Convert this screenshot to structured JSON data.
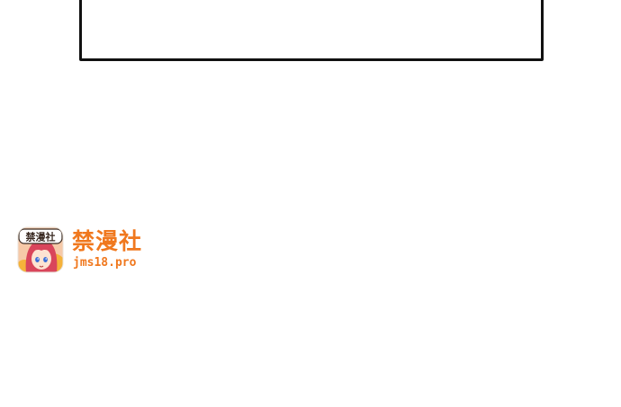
{
  "watermark": {
    "logo_text": "禁漫社",
    "title": "禁漫社",
    "url": "jms18.pro",
    "icon": "anime-girl-app-icon",
    "colors": {
      "brand": "#f0781e",
      "icon_outline": "#3a2a22",
      "icon_hair": "#d9455b",
      "icon_sky": "#f6c9a8",
      "icon_gold": "#f5b23a"
    }
  },
  "panel": {
    "border_color": "#111111"
  }
}
